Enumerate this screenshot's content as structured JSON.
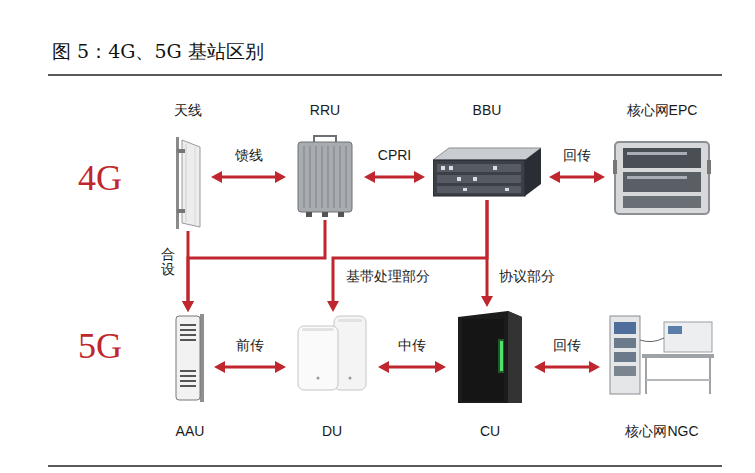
{
  "diagram": {
    "title": "图 5：4G、5G 基站区别",
    "nodes": [
      {
        "text": [
          "天线"
        ]
      },
      {
        "text": [
          "RRU"
        ]
      },
      {
        "text": [
          "BBU"
        ]
      },
      {
        "text": [
          "核心网EPC"
        ]
      },
      {
        "text": [
          "AAU"
        ]
      },
      {
        "text": [
          "DU"
        ]
      },
      {
        "text": [
          "CU"
        ]
      },
      {
        "text": [
          "核心网NGC"
        ]
      }
    ],
    "edges": [
      {
        "from": 0,
        "to": 1,
        "label": "馈线",
        "arrow": "both"
      },
      {
        "from": 1,
        "to": 2,
        "label": "CPRI",
        "arrow": "both"
      },
      {
        "from": 2,
        "to": 3,
        "label": "回传",
        "arrow": "both"
      },
      {
        "from": 0,
        "to": 4,
        "label": "合设",
        "arrow": "to"
      },
      {
        "from": 1,
        "to": 4,
        "arrow": "to"
      },
      {
        "from": 2,
        "to": 5,
        "label": "基带处理部分",
        "arrow": "to"
      },
      {
        "from": 2,
        "to": 6,
        "label": "协议部分",
        "arrow": "to"
      },
      {
        "from": 4,
        "to": 5,
        "label": "前传",
        "arrow": "both"
      },
      {
        "from": 5,
        "to": 6,
        "label": "中传",
        "arrow": "both"
      },
      {
        "from": 6,
        "to": 7,
        "label": "回传",
        "arrow": "both"
      }
    ],
    "labels": [
      "4G",
      "5G"
    ]
  }
}
